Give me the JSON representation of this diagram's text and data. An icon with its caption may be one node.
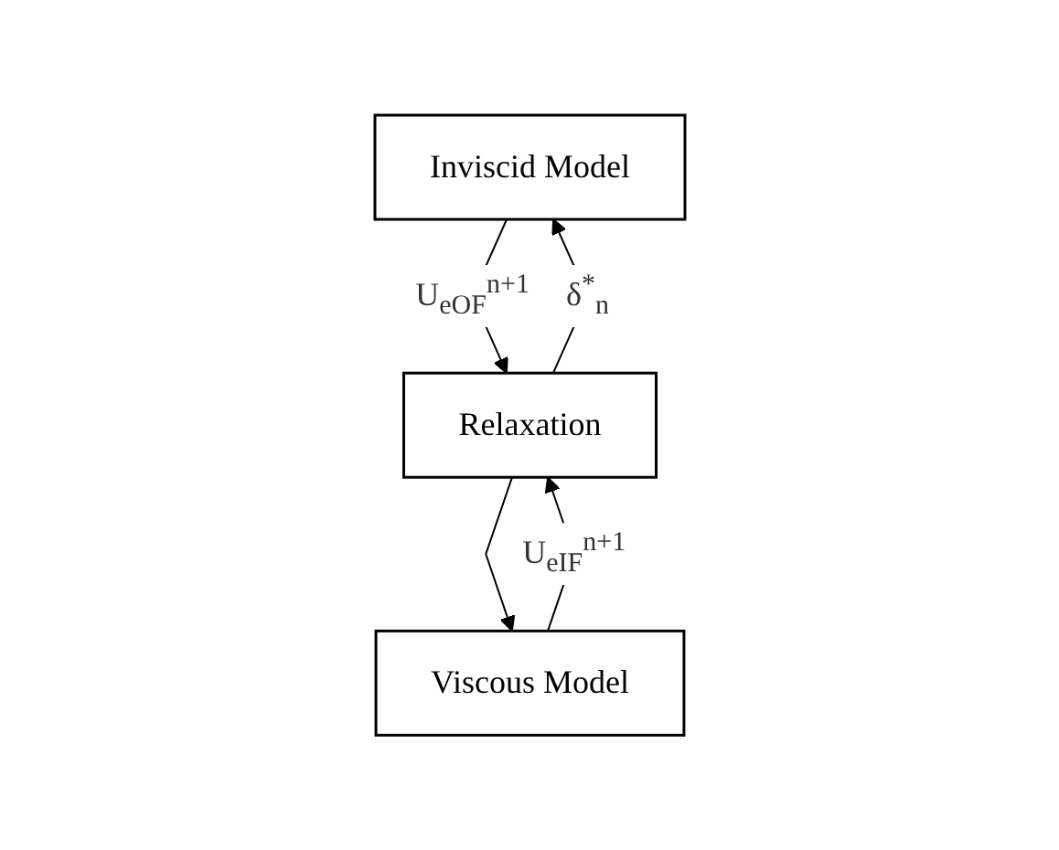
{
  "diagram": {
    "nodes": [
      {
        "text": [
          "Inviscid Model"
        ]
      },
      {
        "text": [
          "Viscous Model"
        ]
      },
      {
        "text": [
          "Relaxation"
        ]
      }
    ],
    "edges": [
      {
        "from": 2,
        "to": 0,
        "arrow": "to",
        "label": "δ$^{*}$$_{n}$"
      },
      {
        "from": 2,
        "to": 1,
        "arrow": "to"
      },
      {
        "from": 1,
        "to": 2,
        "arrow": "to",
        "label": "U$_{eIF}$$^{n+1}$"
      },
      {
        "from": 0,
        "to": 2,
        "arrow": "to",
        "label": "U$_{eOF}$$^{n+1}$"
      }
    ]
  }
}
